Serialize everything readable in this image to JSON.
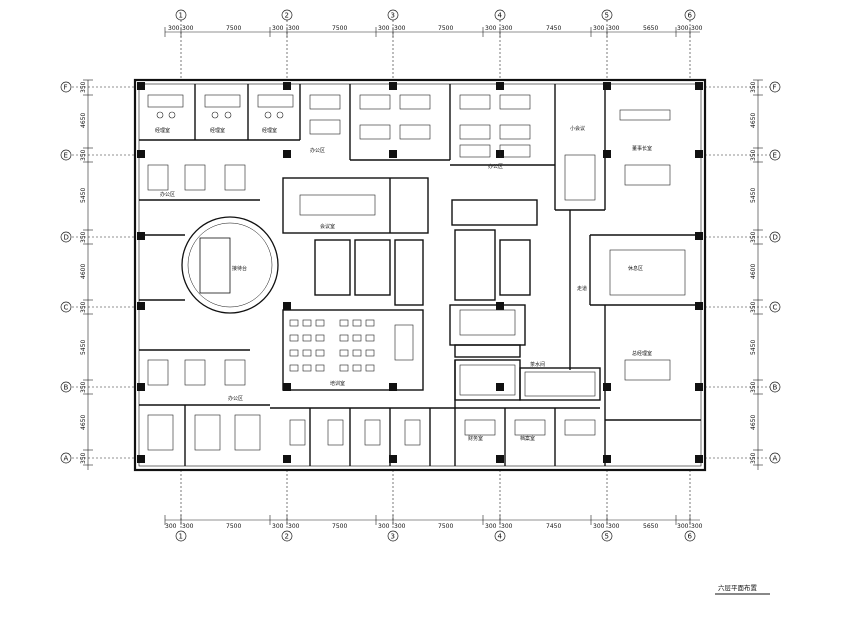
{
  "drawing": {
    "caption": "六层平面布置",
    "grid_columns": [
      "1",
      "2",
      "3",
      "4",
      "5",
      "6"
    ],
    "grid_rows": [
      "F",
      "E",
      "D",
      "C",
      "B",
      "A"
    ],
    "top_dimensions": [
      "300",
      "300",
      "7500",
      "300",
      "300",
      "7500",
      "300",
      "300",
      "7500",
      "300",
      "300",
      "7450",
      "300",
      "300",
      "5650",
      "300",
      "300"
    ],
    "bottom_dimensions": [
      "300",
      "300",
      "7500",
      "300",
      "300",
      "7500",
      "300",
      "300",
      "7500",
      "300",
      "300",
      "7450",
      "300",
      "300",
      "5650",
      "300",
      "300"
    ],
    "side_dimensions": [
      "350",
      "4650",
      "350",
      "5450",
      "350",
      "4600",
      "350",
      "5450",
      "350",
      "4650",
      "350"
    ],
    "room_labels": {
      "office_1": "经理室",
      "office_2": "经理室",
      "office_3": "经理室",
      "open_office_1": "办公区",
      "open_office_2": "办公区",
      "open_office_3": "办公区",
      "open_office_4": "办公区",
      "reception": "接待台",
      "meeting_room": "会议室",
      "training_room": "培训室",
      "small_meeting": "小会议",
      "chairman": "董事长室",
      "gm": "总经理室",
      "lounge": "休息区",
      "corridor": "走道",
      "finance": "财务室",
      "archive": "档案室",
      "pantry": "茶水间"
    }
  }
}
